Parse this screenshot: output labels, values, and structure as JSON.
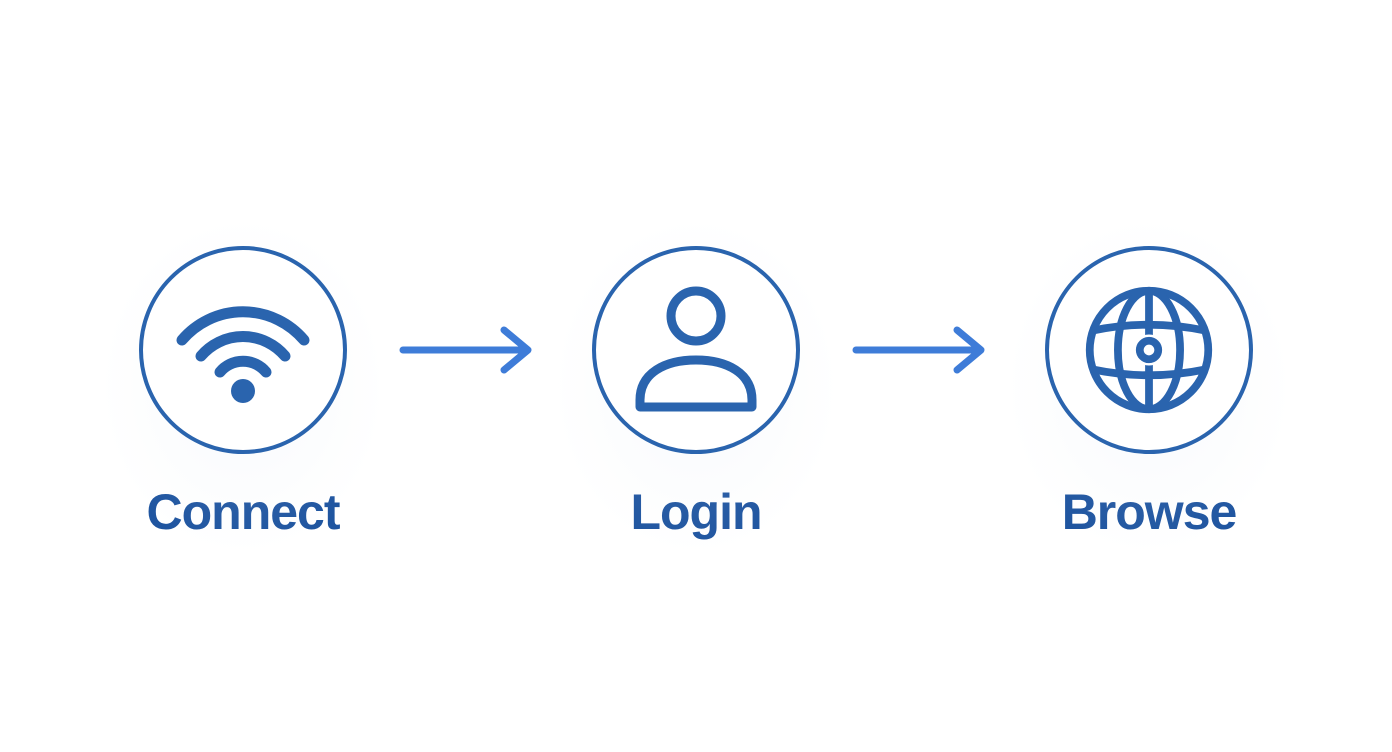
{
  "diagram": {
    "type": "horizontal-process-flow",
    "background": "#ffffff",
    "steps": [
      {
        "label": "Connect",
        "icon": "wifi-icon"
      },
      {
        "label": "Login",
        "icon": "user-icon"
      },
      {
        "label": "Browse",
        "icon": "globe-icon"
      }
    ],
    "connectors": [
      {
        "icon": "arrow-right-icon"
      },
      {
        "icon": "arrow-right-icon"
      }
    ],
    "palette": {
      "icon_blue": "#2a64ae",
      "label_blue": "#1f55a0",
      "arrow_blue": "#3e7cd8"
    }
  }
}
